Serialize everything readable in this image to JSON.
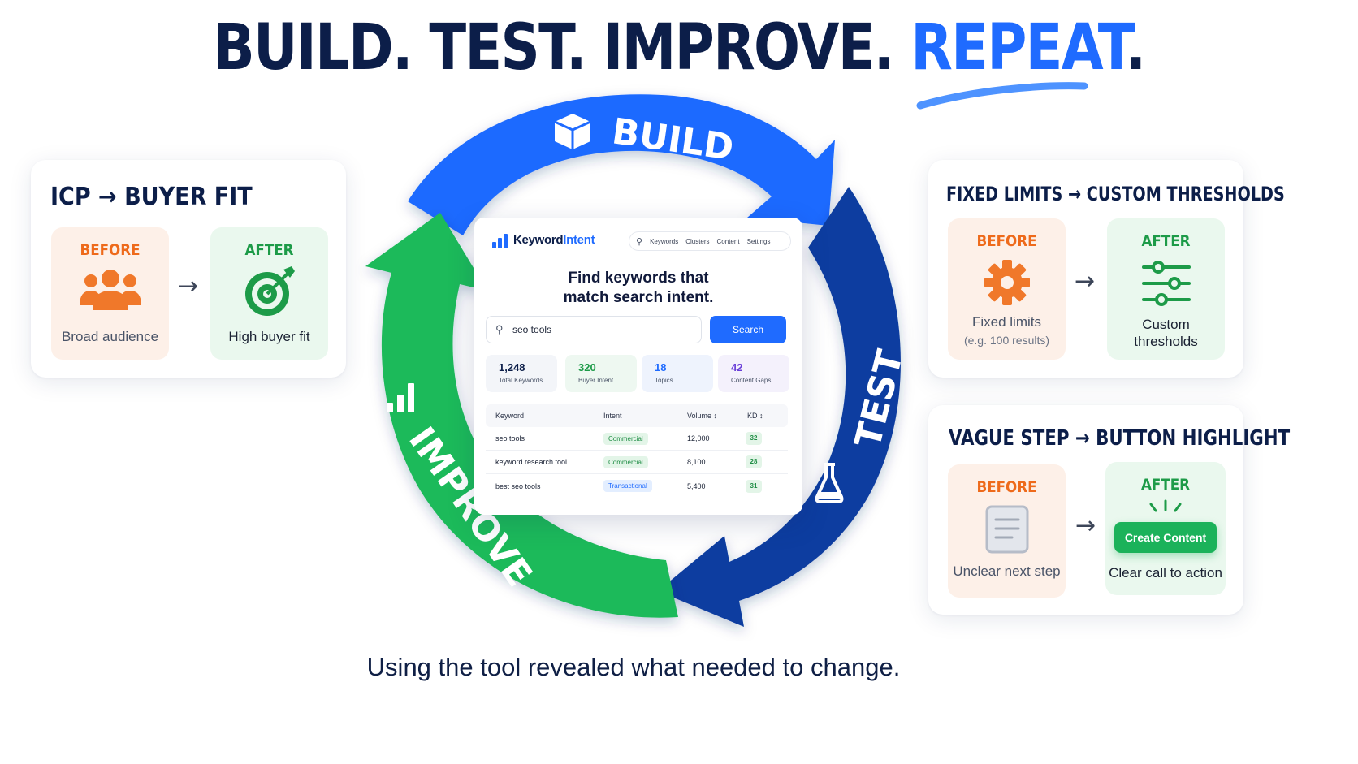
{
  "headline": {
    "part1": "BUILD. TEST. IMPROVE. ",
    "accent": "REPEAT",
    "period": "."
  },
  "cycle": {
    "build_label": "BUILD",
    "test_label": "TEST",
    "improve_label": "IMPROVE",
    "colors": {
      "build": "#1f6bff",
      "test": "#0f3ea0",
      "improve": "#1fba5a"
    }
  },
  "card_icp": {
    "title": "ICP → BUYER FIT",
    "before_tag": "BEFORE",
    "before_caption": "Broad audience",
    "after_tag": "AFTER",
    "after_caption": "High buyer fit"
  },
  "card_limits": {
    "title": "FIXED LIMITS → CUSTOM THRESHOLDS",
    "before_tag": "BEFORE",
    "before_caption": "Fixed limits",
    "before_sub": "(e.g. 100 results)",
    "after_tag": "AFTER",
    "after_caption_line1": "Custom",
    "after_caption_line2": "thresholds"
  },
  "card_step": {
    "title": "VAGUE STEP → BUTTON HIGHLIGHT",
    "before_tag": "BEFORE",
    "before_caption": "Unclear next step",
    "after_tag": "AFTER",
    "cta_label": "Create Content",
    "after_caption": "Clear call to action"
  },
  "app": {
    "brand_a": "Keyword",
    "brand_b": "Intent",
    "nav": [
      "Keywords",
      "Clusters",
      "Content",
      "Settings"
    ],
    "hero_line1": "Find keywords that",
    "hero_line2": "match search intent.",
    "search_value": "seo tools",
    "search_button": "Search",
    "stats": [
      {
        "value": "1,248",
        "label": "Total Keywords",
        "color": "#0c1e49",
        "bg": "#f3f5f9"
      },
      {
        "value": "320",
        "label": "Buyer Intent",
        "color": "#1d9b48",
        "bg": "#eef8f1"
      },
      {
        "value": "18",
        "label": "Topics",
        "color": "#1f6bff",
        "bg": "#eef3fd"
      },
      {
        "value": "42",
        "label": "Content Gaps",
        "color": "#6a3fd8",
        "bg": "#f4f1fc"
      }
    ],
    "columns": [
      "Keyword",
      "Intent",
      "Volume ↕",
      "KD ↕"
    ],
    "rows": [
      {
        "keyword": "seo tools",
        "intent": "Commercial",
        "volume": "12,000",
        "kd": "32"
      },
      {
        "keyword": "keyword research tool",
        "intent": "Commercial",
        "volume": "8,100",
        "kd": "28"
      },
      {
        "keyword": "best seo tools",
        "intent": "Transactional",
        "volume": "5,400",
        "kd": "31"
      }
    ]
  },
  "caption": "Using the tool revealed what needed to change."
}
